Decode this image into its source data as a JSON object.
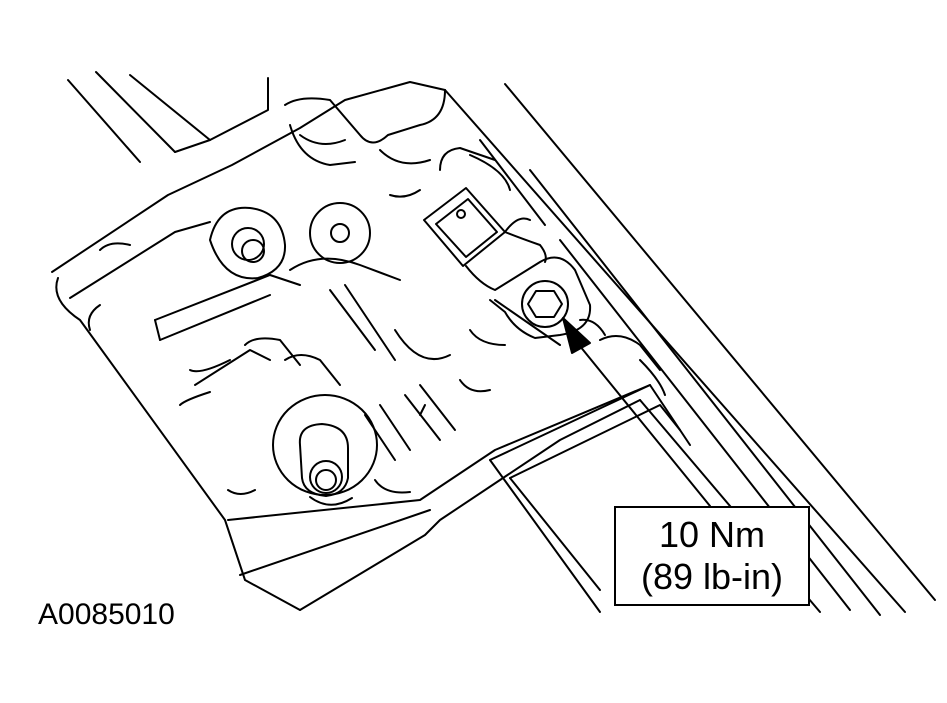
{
  "callout": {
    "torque_nm": "10 Nm",
    "torque_lbin": "(89 lb-in)"
  },
  "figure_id": "A0085010"
}
